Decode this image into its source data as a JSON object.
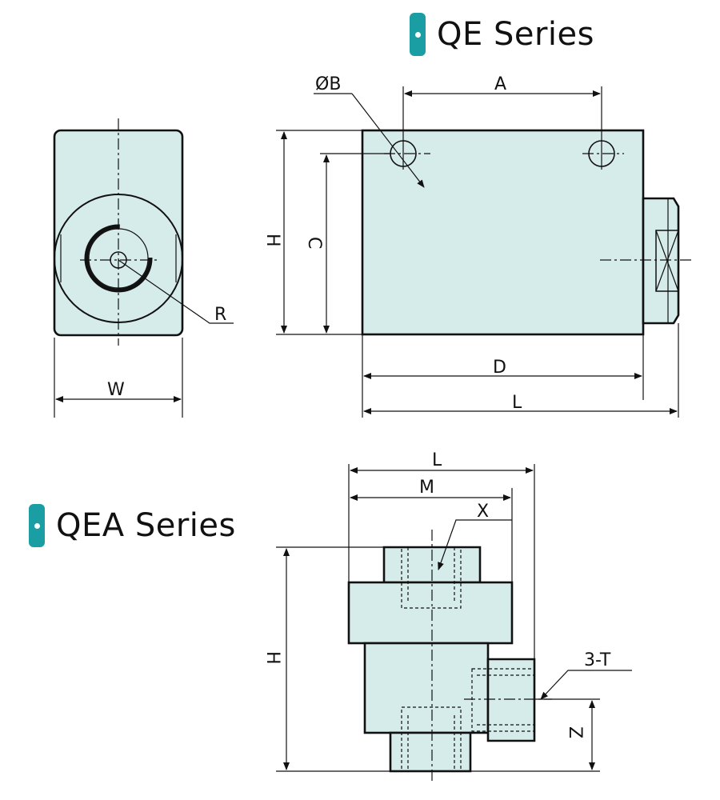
{
  "titles": {
    "qe": "QE Series",
    "qea": "QEA Series"
  },
  "colors": {
    "body_fill": "#d6ecea",
    "badge": "#1a9ea3",
    "line": "#111111"
  },
  "qe_dimensions": {
    "phi_b": "ØB",
    "a": "A",
    "h": "H",
    "c": "C",
    "r": "R",
    "w": "W",
    "d": "D",
    "l": "L"
  },
  "qea_dimensions": {
    "l": "L",
    "m": "M",
    "x": "X",
    "h": "H",
    "t": "3-T",
    "z": "Z"
  }
}
